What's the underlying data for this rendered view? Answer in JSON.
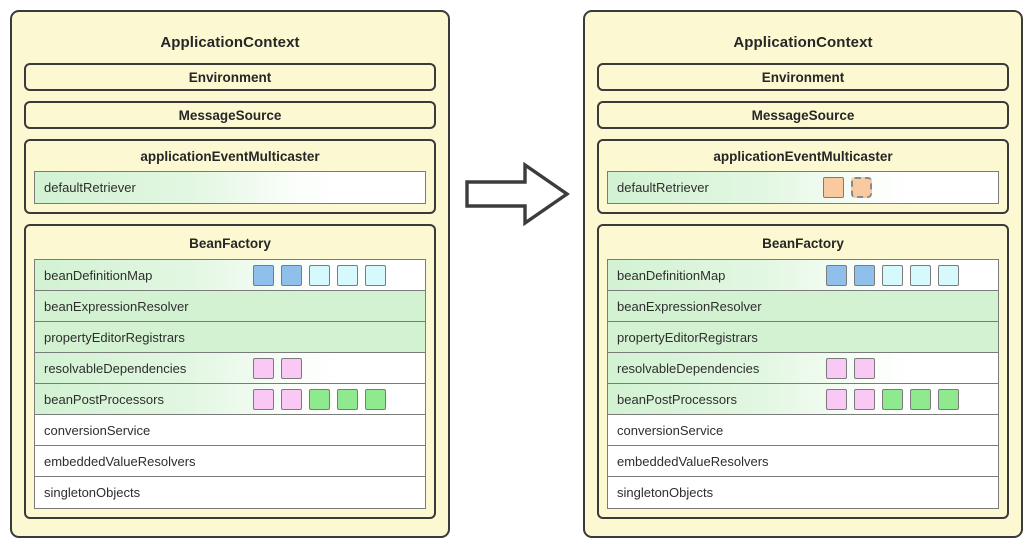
{
  "diagram": {
    "title_left": "ApplicationContext",
    "title_right": "ApplicationContext",
    "arrow_icon": "arrow-right-icon",
    "colors": {
      "panel_bg": "#fcf9d2",
      "panel_border": "#3a3a3a",
      "row_green": "#d2f2d2",
      "row_white": "#ffffff",
      "chip_blue": "#8fc0ec",
      "chip_cyan": "#d6f9fd",
      "chip_pink": "#f9c8f5",
      "chip_green": "#8fe98f",
      "chip_orange": "#f9caa0",
      "chip_border": "#7b7b7b"
    }
  },
  "left": {
    "title": "ApplicationContext",
    "bars": [
      {
        "label": "Environment"
      },
      {
        "label": "MessageSource"
      }
    ],
    "multicaster": {
      "title": "applicationEventMulticaster",
      "rows": [
        {
          "label": "defaultRetriever",
          "fill": "grad",
          "chips": []
        }
      ]
    },
    "beanfactory": {
      "title": "BeanFactory",
      "rows": [
        {
          "label": "beanDefinitionMap",
          "fill": "grad",
          "chips": [
            "blue",
            "blue",
            "cyan",
            "cyan",
            "cyan"
          ]
        },
        {
          "label": "beanExpressionResolver",
          "fill": "green",
          "chips": []
        },
        {
          "label": "propertyEditorRegistrars",
          "fill": "green",
          "chips": []
        },
        {
          "label": "resolvableDependencies",
          "fill": "grad",
          "chips": [
            "pink",
            "pink"
          ]
        },
        {
          "label": "beanPostProcessors",
          "fill": "grad",
          "chips": [
            "pink",
            "pink",
            "green",
            "green",
            "green"
          ]
        },
        {
          "label": "conversionService",
          "fill": "white",
          "chips": []
        },
        {
          "label": "embeddedValueResolvers",
          "fill": "white",
          "chips": []
        },
        {
          "label": "singletonObjects",
          "fill": "white",
          "chips": []
        }
      ]
    }
  },
  "right": {
    "title": "ApplicationContext",
    "bars": [
      {
        "label": "Environment"
      },
      {
        "label": "MessageSource"
      }
    ],
    "multicaster": {
      "title": "applicationEventMulticaster",
      "rows": [
        {
          "label": "defaultRetriever",
          "fill": "grad",
          "chips": [
            "orange",
            "orange-dashed"
          ]
        }
      ]
    },
    "beanfactory": {
      "title": "BeanFactory",
      "rows": [
        {
          "label": "beanDefinitionMap",
          "fill": "grad",
          "chips": [
            "blue",
            "blue",
            "cyan",
            "cyan",
            "cyan"
          ]
        },
        {
          "label": "beanExpressionResolver",
          "fill": "green",
          "chips": []
        },
        {
          "label": "propertyEditorRegistrars",
          "fill": "green",
          "chips": []
        },
        {
          "label": "resolvableDependencies",
          "fill": "grad",
          "chips": [
            "pink",
            "pink"
          ]
        },
        {
          "label": "beanPostProcessors",
          "fill": "grad",
          "chips": [
            "pink",
            "pink",
            "green",
            "green",
            "green"
          ]
        },
        {
          "label": "conversionService",
          "fill": "white",
          "chips": []
        },
        {
          "label": "embeddedValueResolvers",
          "fill": "white",
          "chips": []
        },
        {
          "label": "singletonObjects",
          "fill": "white",
          "chips": []
        }
      ]
    }
  }
}
